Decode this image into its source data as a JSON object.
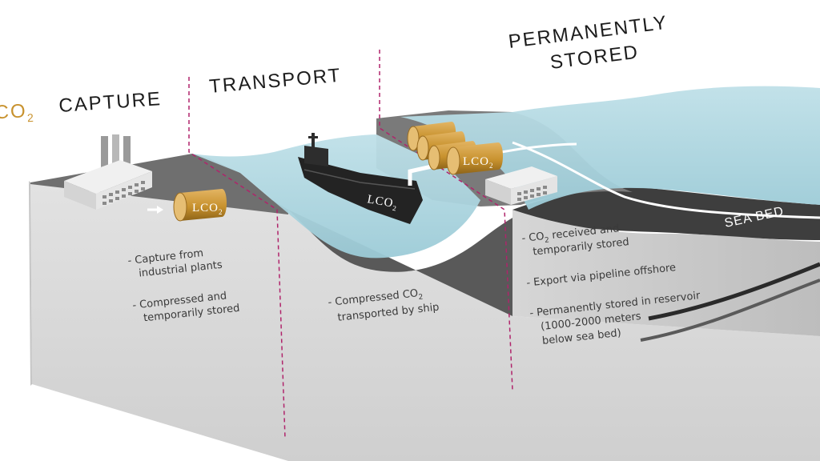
{
  "headings": {
    "co2_prefix": "CO",
    "co2_sub": "2",
    "capture": "CAPTURE",
    "transport": "TRANSPORT",
    "stored_line1": "PERMANENTLY",
    "stored_line2": "STORED"
  },
  "tank_label": {
    "main": "LCO",
    "sub": "2"
  },
  "sea_bed_label": "SEA BED",
  "capture_notes": [
    [
      "- Capture from",
      "industrial plants"
    ],
    [
      "- Compressed and",
      "temporarily stored"
    ]
  ],
  "transport_note": {
    "line1_prefix": "- Compressed CO",
    "line1_sub": "2",
    "line2": "transported by ship"
  },
  "storage_notes": {
    "received_line1_prefix": "- CO",
    "received_line1_sub": "2",
    "received_line1_rest": " received and",
    "received_line2": "temporarily stored",
    "export": "- Export via pipeline offshore",
    "permanent": [
      "- Permanently stored in reservoir",
      "(1000-2000 meters",
      "below sea bed)"
    ]
  },
  "colors": {
    "tank": "#c8922e",
    "heading_accent": "#c8922e",
    "divider": "#b0246b",
    "sea": "#a9d3de",
    "block_front": "#dcdcdc",
    "block_top": "#6e6e6e",
    "ship": "#232323"
  }
}
